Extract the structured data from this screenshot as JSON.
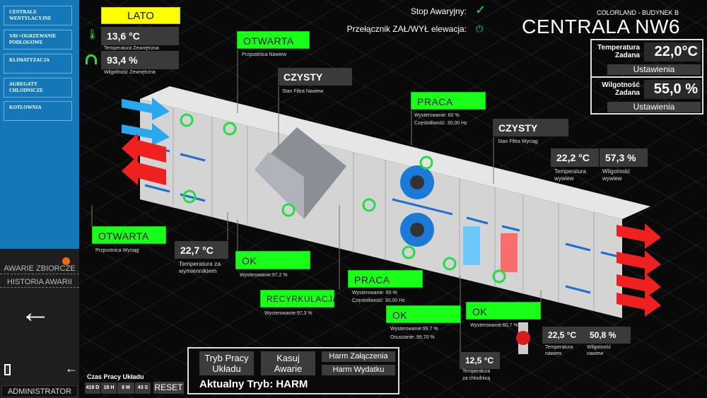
{
  "sidebar": {
    "items": [
      {
        "label": "CENTRALE WENTYLACYJNE"
      },
      {
        "label": "VAV+OGRZEWANIE PODLOGOWE"
      },
      {
        "label": "KLIMATYZACJA"
      },
      {
        "label": "AGREGATY CHLODNICZE"
      },
      {
        "label": "KOTLOWNIA"
      }
    ],
    "alarms": "AWARIE ZBIORCZE",
    "history": "HISTORIA AWARII",
    "user": "ADMINISTRATOR"
  },
  "outdoor": {
    "season": "LATO",
    "temp": "13,6 °C",
    "temp_label": "Temperatura Zewnętrzna",
    "hum": "93,4  %",
    "hum_label": "Wilgotność Zewnętrzna"
  },
  "status": {
    "stop_label": "Stop Awaryjny:",
    "switch_label": "Przełącznik ZAŁ/WYŁ elewacja:"
  },
  "header": {
    "site": "COLORLAND - BUDYNEK B",
    "title": "CENTRALA NW6"
  },
  "setpoints": {
    "temp_label_1": "Temperatura",
    "temp_label_2": "Zadana",
    "temp_value": "22,0°C",
    "hum_label_1": "Wilgotność",
    "hum_label_2": "Zadana",
    "hum_value": "55,0 %",
    "settings": "Ustawienia"
  },
  "unit": {
    "damper_supply": {
      "state": "OTWARTA",
      "label": "Przpustnica Nawiew"
    },
    "filter_supply": {
      "state": "CZYSTY",
      "label": "Stan Filtra Nawiew"
    },
    "fan_exhaust": {
      "state": "PRACA",
      "l1": "Wysterowanie: 60 %",
      "l2": "Częstotliwość: 30,00 Hz"
    },
    "filter_exhaust": {
      "state": "CZYSTY",
      "label": "Stan Filtra Wyciąg"
    },
    "exhaust_temp": {
      "value": "22,2 °C",
      "l1": "Temperatura",
      "l2": "wywiew"
    },
    "exhaust_hum": {
      "value": "57,3  %",
      "l1": "Wilgotność",
      "l2": "wywiew"
    },
    "damper_exhaust": {
      "state": "OTWARTA",
      "label": "Przpustnica Wyciąg"
    },
    "hx_temp": {
      "value": "22,7 °C",
      "l1": "Temperatura za",
      "l2": "wymiennikiem"
    },
    "hx": {
      "state": "OK",
      "label": "Wysterowanie:97,2 %"
    },
    "recirc": {
      "state": "RECYRKULACJA",
      "label": "Wysterowanie:97,3 %"
    },
    "fan_supply": {
      "state": "PRACA",
      "l1": "Wysterowanie: 60 %",
      "l2": "Częstotliwość: 30,00 Hz"
    },
    "cooler": {
      "state": "OK",
      "l1": "Wysterowanie:99,7  %",
      "l2": "Osuszanie: 99,70  %"
    },
    "heater": {
      "state": "OK",
      "label": "Wysterowanie:60,7  %"
    },
    "cooler_temp": {
      "value": "12,5  °C",
      "l1": "Temperatura",
      "l2": "za chłodnicą"
    },
    "supply_temp": {
      "value": "22,5 °C",
      "l1": "Temperatura",
      "l2": "nawiew"
    },
    "supply_hum": {
      "value": "50,8  %",
      "l1": "Wilgotność",
      "l2": "nawiew"
    }
  },
  "mode": {
    "btn_mode_1": "Tryb Pracy",
    "btn_mode_2": "Układu",
    "btn_reset_1": "Kasuj",
    "btn_reset_2": "Awarie",
    "btn_sched_on": "Harm Załączenia",
    "btn_sched_flow": "Harm Wydatku",
    "current": "Aktualny Tryb: HARM"
  },
  "runtime": {
    "label": "Czas Pracy Układu",
    "d": "418 D",
    "h": "18 H",
    "m": "8 M",
    "s": "43 S",
    "reset": "RESET"
  },
  "colors": {
    "ok": "#1aff1a",
    "season": "#ffff00",
    "sidebar": "#1478b8"
  }
}
